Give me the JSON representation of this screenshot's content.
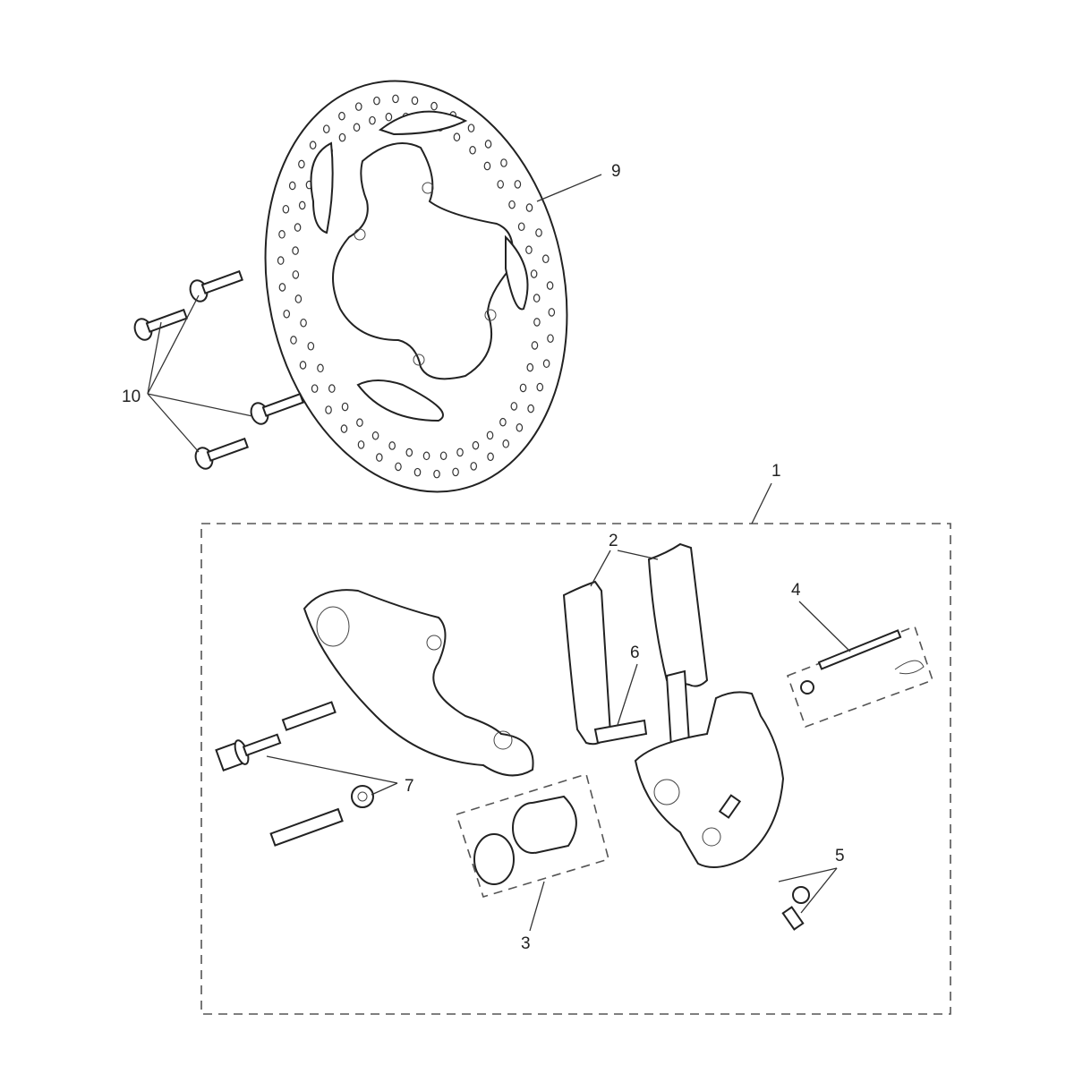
{
  "diagram": {
    "title": "Rear brake disc and caliper assembly",
    "callouts": [
      {
        "id": "1",
        "label": "1"
      },
      {
        "id": "2",
        "label": "2"
      },
      {
        "id": "3",
        "label": "3"
      },
      {
        "id": "4",
        "label": "4"
      },
      {
        "id": "5",
        "label": "5"
      },
      {
        "id": "6",
        "label": "6"
      },
      {
        "id": "7",
        "label": "7"
      },
      {
        "id": "9",
        "label": "9"
      },
      {
        "id": "10",
        "label": "10"
      }
    ]
  }
}
